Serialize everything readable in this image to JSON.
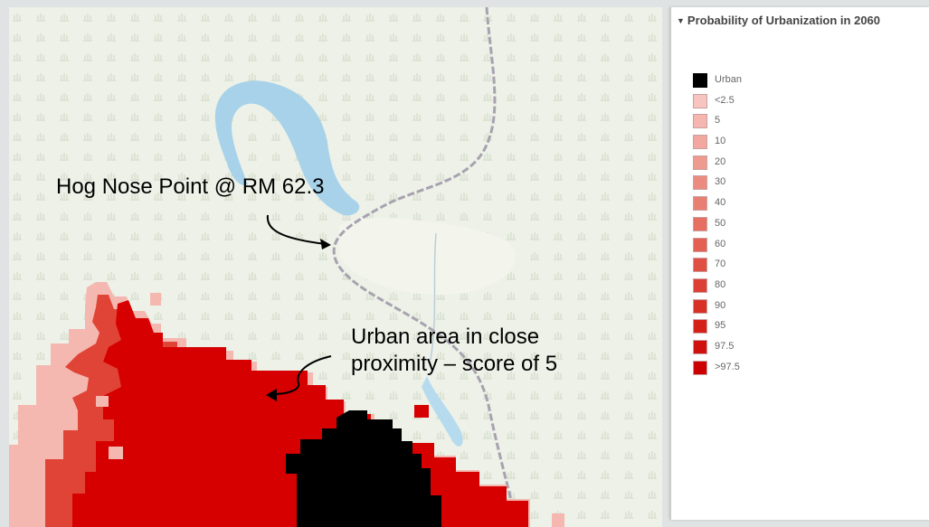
{
  "map": {
    "callouts": {
      "hog_nose_point": "Hog Nose Point @ RM 62.3",
      "urban_area_line1": "Urban area in close",
      "urban_area_line2": "proximity – score of 5"
    },
    "colors": {
      "background": "#edf1e7",
      "water": "#a8d2ea",
      "road": "#a09aa6",
      "urban": "#000000",
      "high_probability": "#d80000",
      "low_probability": "#f4b8b0"
    }
  },
  "legend": {
    "title": "Probability of Urbanization in 2060",
    "collapse_icon": "chevron-down-icon",
    "items": [
      {
        "label": "Urban",
        "color": "#000000"
      },
      {
        "label": "<2.5",
        "color": "#f7c4c0"
      },
      {
        "label": "5",
        "color": "#f5b6b0"
      },
      {
        "label": "10",
        "color": "#f2a8a0"
      },
      {
        "label": "20",
        "color": "#ef9a8f"
      },
      {
        "label": "30",
        "color": "#ec8c80"
      },
      {
        "label": "40",
        "color": "#e97e72"
      },
      {
        "label": "50",
        "color": "#e66f62"
      },
      {
        "label": "60",
        "color": "#e36052"
      },
      {
        "label": "70",
        "color": "#df5043"
      },
      {
        "label": "80",
        "color": "#dc4034"
      },
      {
        "label": "90",
        "color": "#d93025"
      },
      {
        "label": "95",
        "color": "#d52018"
      },
      {
        "label": "97.5",
        "color": "#d0100c"
      },
      {
        "label": ">97.5",
        "color": "#cc0000"
      }
    ]
  }
}
